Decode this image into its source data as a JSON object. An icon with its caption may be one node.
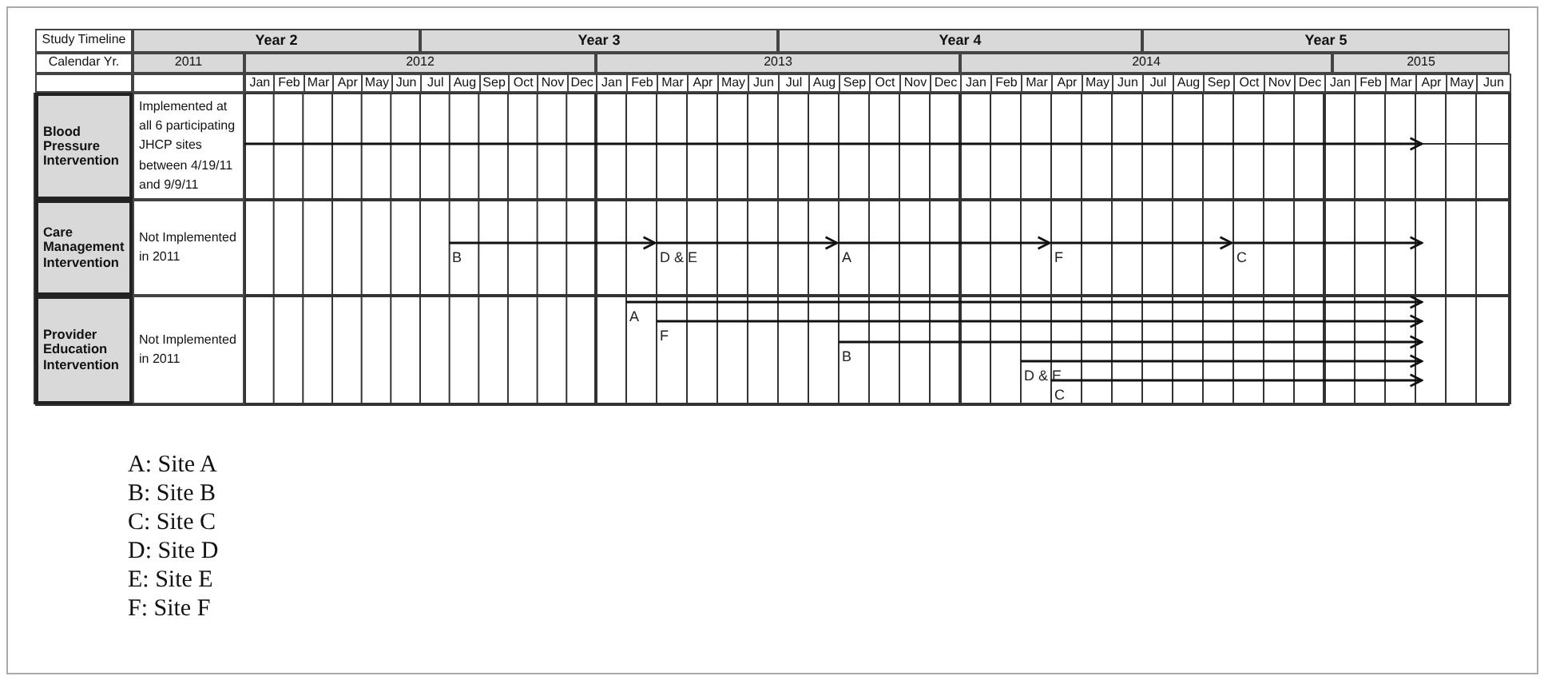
{
  "diagram": {
    "nodes": [
      {
        "text": [
          "Implemented at all 6 participating JHCP sites between 4/19/11 and 9/9/11"
        ]
      },
      {
        "text": [
          "B"
        ]
      },
      {
        "text": [
          "D & E"
        ]
      },
      {
        "text": [
          "A"
        ]
      },
      {
        "text": [
          "F"
        ]
      },
      {
        "text": [
          "C"
        ]
      },
      {
        "text": [
          "A"
        ]
      },
      {
        "text": [
          "F"
        ]
      },
      {
        "text": [
          "B"
        ]
      },
      {
        "text": [
          "D & E"
        ]
      },
      {
        "text": [
          "C"
        ]
      }
    ],
    "edges": [
      {
        "from": 0,
        "to": null,
        "arrow": "to"
      },
      {
        "from": 1,
        "to": 2,
        "arrow": "to"
      },
      {
        "from": 2,
        "to": 3,
        "arrow": "to"
      },
      {
        "from": 3,
        "to": 4,
        "arrow": "to"
      },
      {
        "from": 4,
        "to": 5,
        "arrow": "to"
      },
      {
        "from": 5,
        "to": null,
        "arrow": "to"
      },
      {
        "from": 6,
        "to": null,
        "arrow": "to"
      },
      {
        "from": 7,
        "to": null,
        "arrow": "to"
      },
      {
        "from": 8,
        "to": null,
        "arrow": "to"
      },
      {
        "from": 9,
        "to": null,
        "arrow": "to"
      },
      {
        "from": 10,
        "to": null,
        "arrow": "to"
      }
    ],
    "labels": [
      "Study Timeline",
      "Year 2",
      "Year 3",
      "Year 4",
      "Year 5",
      "Calendar Yr.",
      "2011",
      "2012",
      "2013",
      "2014",
      "2015",
      "Jan",
      "Feb",
      "Mar",
      "Apr",
      "May",
      "Jun",
      "Jul",
      "Aug",
      "Sep",
      "Oct",
      "Nov",
      "Dec",
      "Jan",
      "Feb",
      "Mar",
      "Apr",
      "May",
      "Jun",
      "Jul",
      "Aug",
      "Sep",
      "Oct",
      "Nov",
      "Dec",
      "Jan",
      "Feb",
      "Mar",
      "Apr",
      "May",
      "Jun",
      "Jul",
      "Aug",
      "Sep",
      "Oct",
      "Nov",
      "Dec",
      "Jan",
      "Feb",
      "Mar",
      "Apr",
      "May",
      "Jun",
      "Blood Pressure Intervention",
      "Care Management Intervention",
      "Not Implemented in 2011",
      "Provider Education Intervention",
      "Not Implemented in 2011",
      "A: Site A",
      "B: Site B",
      "C: Site C",
      "D: Site D",
      "E: Site E",
      "F: Site F"
    ]
  }
}
